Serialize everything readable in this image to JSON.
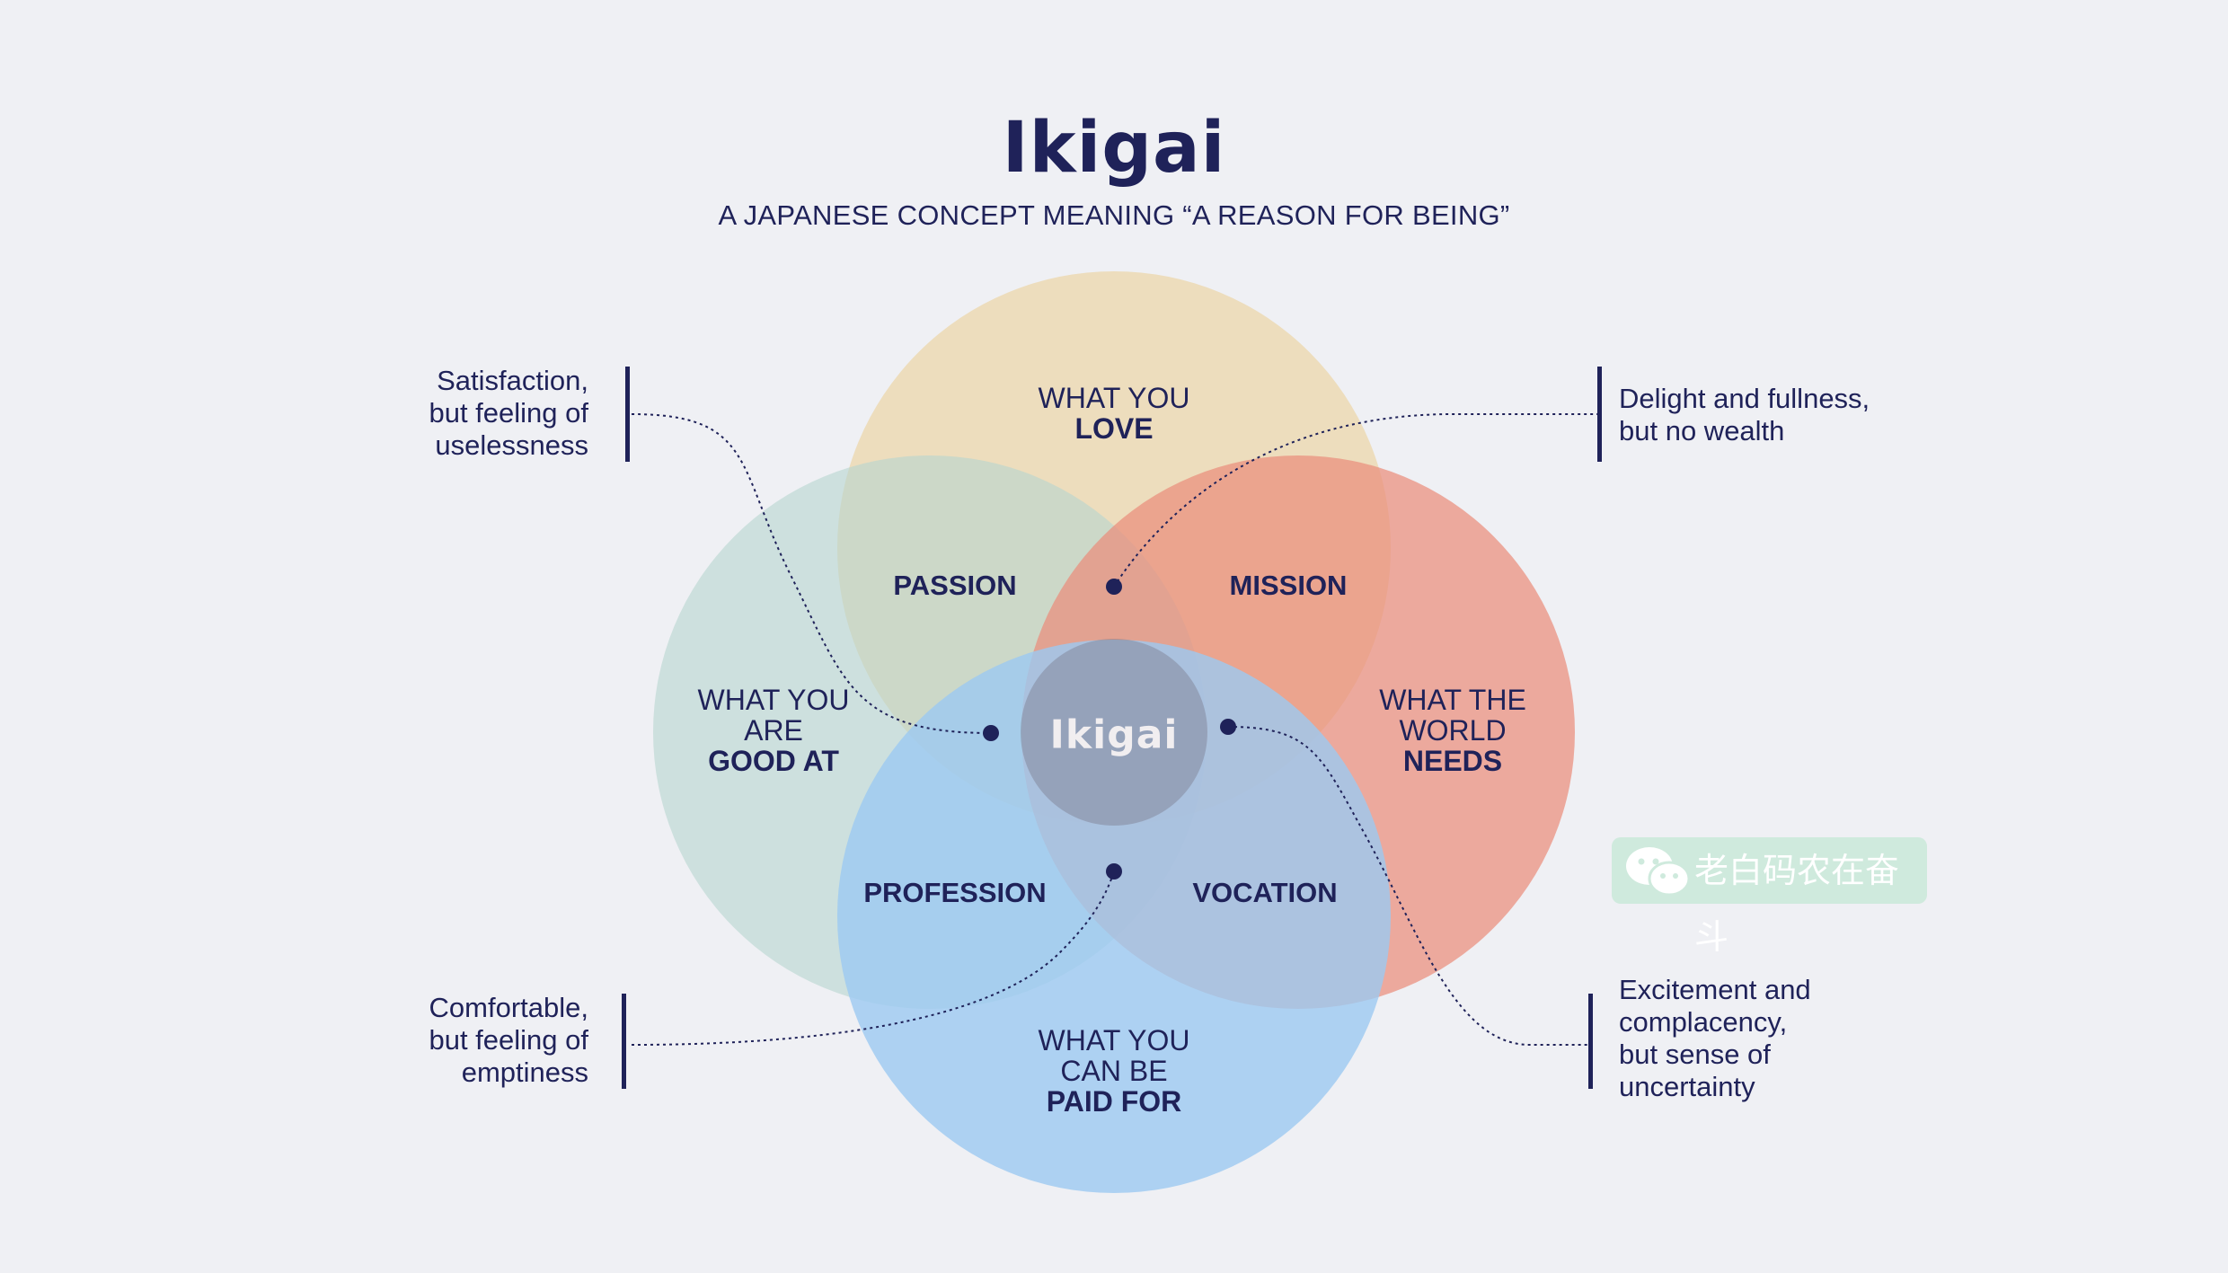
{
  "header": {
    "title": "Ikigai",
    "subtitle": "A JAPANESE CONCEPT MEANING “A REASON FOR BEING”"
  },
  "circles": {
    "love": {
      "line1": "WHAT YOU",
      "bold": "LOVE",
      "color": "#ecd9b3"
    },
    "good_at": {
      "line1": "WHAT YOU",
      "line2": "ARE",
      "bold": "GOOD AT",
      "color": "#b5d6cf"
    },
    "world_needs": {
      "line1": "WHAT THE",
      "line2": "WORLD",
      "bold": "NEEDS",
      "color": "#ea8d7c"
    },
    "paid_for": {
      "line1": "WHAT YOU",
      "line2": "CAN BE",
      "bold": "PAID FOR",
      "color": "#9cc9f1"
    }
  },
  "intersections": {
    "passion": "PASSION",
    "mission": "MISSION",
    "profession": "PROFESSION",
    "vocation": "VOCATION",
    "center": "Ikigai"
  },
  "notes": {
    "top_left": [
      "Satisfaction,",
      "but feeling of",
      "uselessness"
    ],
    "top_right": [
      "Delight and fullness,",
      "but no wealth"
    ],
    "bottom_left": [
      "Comfortable,",
      "but feeling of",
      "emptiness"
    ],
    "bottom_right": [
      "Excitement and",
      "complacency,",
      "but sense of",
      "uncertainty"
    ]
  },
  "watermark": {
    "text": "老白码农在奋斗",
    "icon": "wechat-icon"
  },
  "colors": {
    "text": "#1f2259",
    "background": "#eff0f4"
  }
}
